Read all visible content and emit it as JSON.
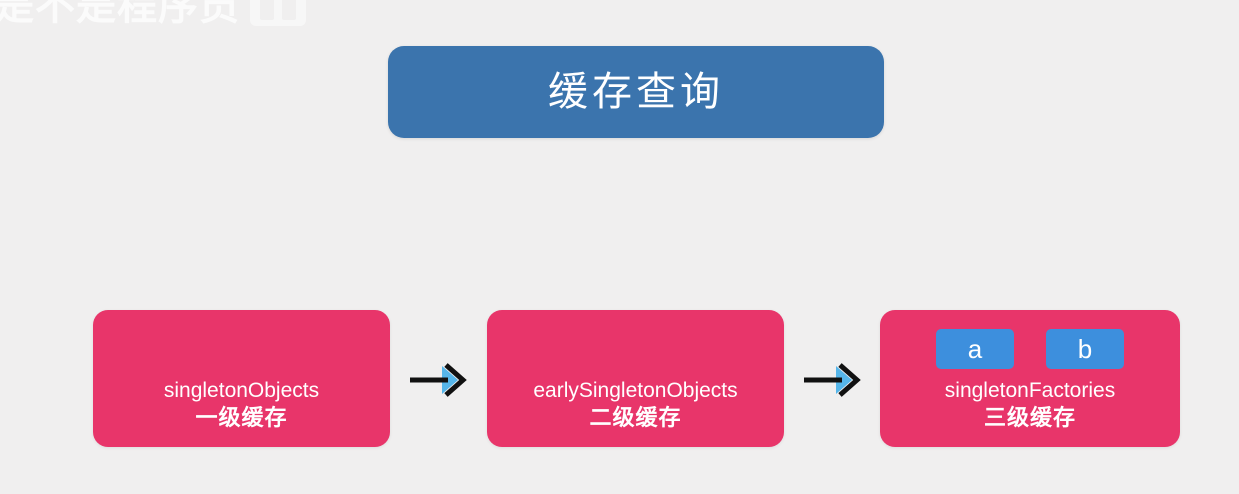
{
  "background": {
    "color": "#f0efef"
  },
  "watermark": {
    "text": "是不是程序员",
    "logo_icon": "watermark-logo"
  },
  "title": {
    "label": "缓存查询",
    "color": "#3b74ad",
    "text_color": "#ffffff"
  },
  "colors": {
    "cache_box": "#e8356a",
    "chip": "#3d8fdd",
    "title_box": "#3b74ad",
    "arrow": "#111111",
    "arrow_accent": "#56b6ea"
  },
  "flow": {
    "boxes": [
      {
        "name": "singletonObjects",
        "level": "一级缓存",
        "chips": []
      },
      {
        "name": "earlySingletonObjects",
        "level": "二级缓存",
        "chips": []
      },
      {
        "name": "singletonFactories",
        "level": "三级缓存",
        "chips": [
          "a",
          "b"
        ]
      }
    ],
    "arrows": [
      {
        "icon": "arrow-right-icon"
      },
      {
        "icon": "arrow-right-icon"
      }
    ]
  }
}
